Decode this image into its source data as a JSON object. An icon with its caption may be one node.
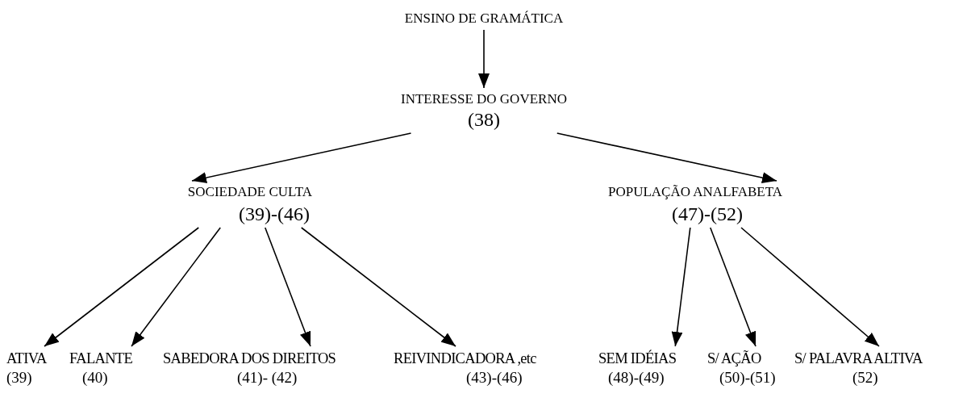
{
  "diagram": {
    "nodes": [
      {
        "text": [
          "ENSINO DE GRAMÁTICA"
        ]
      },
      {
        "text": [
          "INTERESSE DO GOVERNO",
          "(38)"
        ]
      },
      {
        "text": [
          "SOCIEDADE CULTA",
          "(39)-(46)"
        ]
      },
      {
        "text": [
          "POPULAÇÃO ANALFABETA",
          "(47)-(52)"
        ]
      },
      {
        "text": [
          "ATIVA",
          "(39)"
        ]
      },
      {
        "text": [
          "FALANTE",
          "(40)"
        ]
      },
      {
        "text": [
          "SABEDORA DOS DIREITOS",
          "(41)- (42)"
        ]
      },
      {
        "text": [
          "REIVINDICADORA ,etc",
          "(43)-(46)"
        ]
      },
      {
        "text": [
          "SEM IDÉIAS",
          "(48)-(49)"
        ]
      },
      {
        "text": [
          "S/ AÇÃO",
          "(50)-(51)"
        ]
      },
      {
        "text": [
          "S/ PALAVRA ALTIVA",
          "(52)"
        ]
      }
    ],
    "edges": [
      {
        "from": 0,
        "to": 1,
        "arrow": "to"
      },
      {
        "from": 1,
        "to": 2,
        "arrow": "to"
      },
      {
        "from": 1,
        "to": 3,
        "arrow": "to"
      },
      {
        "from": 2,
        "to": 4,
        "arrow": "to"
      },
      {
        "from": 2,
        "to": 5,
        "arrow": "to"
      },
      {
        "from": 2,
        "to": 6,
        "arrow": "to"
      },
      {
        "from": 2,
        "to": 7,
        "arrow": "to"
      },
      {
        "from": 3,
        "to": 8,
        "arrow": "to"
      },
      {
        "from": 3,
        "to": 9,
        "arrow": "to"
      },
      {
        "from": 3,
        "to": 10,
        "arrow": "to"
      }
    ]
  }
}
